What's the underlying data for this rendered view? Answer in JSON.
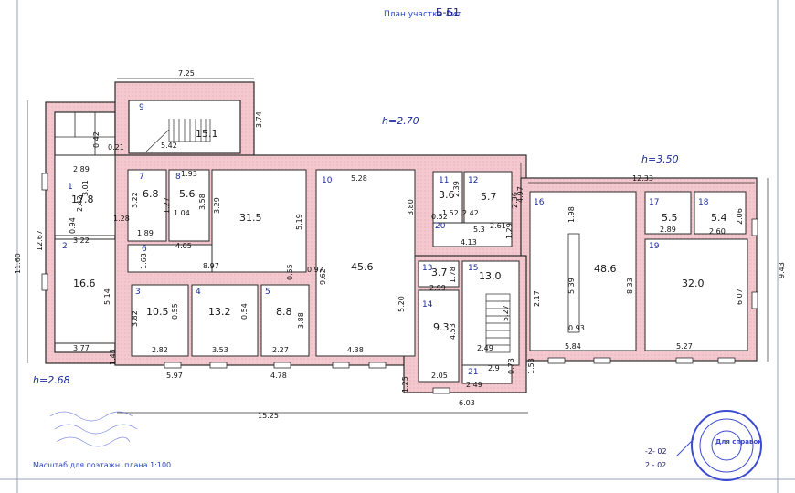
{
  "header": {
    "title_printed": "План участка Лит",
    "title_handwritten": "Б-Б1"
  },
  "scale_note": "Масштаб для поэтажн. плана 1:100",
  "heights": {
    "main": "h=2.70",
    "right": "h=3.50",
    "left": "h=2.68"
  },
  "overall_dims": {
    "top_stair": "7.25",
    "stair_side": "3.74",
    "right_block": "12.33",
    "left_height": "12.67",
    "total_height": "11.60",
    "right_height": "9.43",
    "bottom_total": "15.25",
    "bottom_right": "6.03",
    "right_side_up": "4.97",
    "right_low": "1.53",
    "left_low": "1.45",
    "center_low": "1.25"
  },
  "rooms": [
    {
      "no": "1",
      "area": "17.8"
    },
    {
      "no": "2",
      "area": "16.6"
    },
    {
      "no": "3",
      "area": "10.5"
    },
    {
      "no": "4",
      "area": "13.2"
    },
    {
      "no": "5",
      "area": "8.8"
    },
    {
      "no": "6",
      "area": "31.5"
    },
    {
      "no": "7",
      "area": "6.8"
    },
    {
      "no": "8",
      "area": "5.6"
    },
    {
      "no": "9",
      "area": "15.1"
    },
    {
      "no": "10",
      "area": "45.6"
    },
    {
      "no": "11",
      "area": "3.6"
    },
    {
      "no": "12",
      "area": "5.7"
    },
    {
      "no": "13",
      "area": "3.7"
    },
    {
      "no": "14",
      "area": "9.3"
    },
    {
      "no": "15",
      "area": "13.0"
    },
    {
      "no": "16",
      "area": "48.6"
    },
    {
      "no": "17",
      "area": "5.5"
    },
    {
      "no": "18",
      "area": "5.4"
    },
    {
      "no": "19",
      "area": "32.0"
    },
    {
      "no": "20",
      "area": ""
    },
    {
      "no": "21",
      "area": ""
    }
  ],
  "dims": [
    "2.89",
    "3.01",
    "2.42",
    "3.22",
    "5.14",
    "3.77",
    "0.94",
    "0.21",
    "1.28",
    "0.42",
    "5.42",
    "1.93",
    "3.22",
    "3.58",
    "1.27",
    "1.04",
    "3.29",
    "1.89",
    "4.05",
    "1.63",
    "8.97",
    "5.19",
    "0.55",
    "3.82",
    "0.55",
    "2.82",
    "3.53",
    "0.54",
    "3.88",
    "2.27",
    "5.97",
    "4.78",
    "5.28",
    "3.80",
    "9.62",
    "0.97",
    "4.38",
    "5.20",
    "2.39",
    "0.52",
    "2.42",
    "2.61",
    "1.52",
    "2.36",
    "1.29",
    "4.13",
    "5.3",
    "2.99",
    "1.78",
    "4.53",
    "2.05",
    "2.49",
    "2.9",
    "0.73",
    "5.27",
    "2.49",
    "1.98",
    "5.39",
    "0.93",
    "2.17",
    "8.33",
    "5.84",
    "2.89",
    "2.06",
    "2.60",
    "6.07",
    "5.27"
  ],
  "stamp": {
    "inner": "Для справок",
    "dates": [
      "-2- 02",
      "2 - 02"
    ]
  },
  "colors": {
    "wall_fill": "#f2c4cc",
    "wall_line": "#2a2a2a",
    "ink_blue": "#1b2a9c",
    "stamp_blue": "#3b4bd1"
  }
}
